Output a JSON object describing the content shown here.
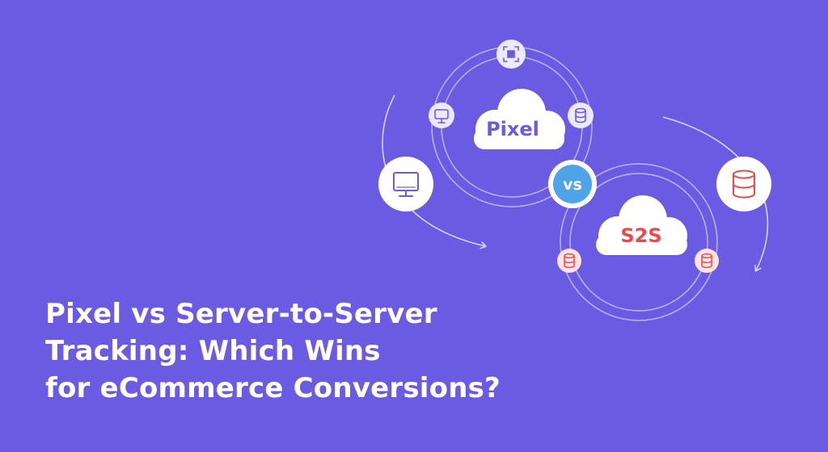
{
  "colors": {
    "background": "#6b5be3",
    "pixel_accent": "#6b5be3",
    "s2s_accent": "#ef4848",
    "vs_badge": "#4fa3e6",
    "white": "#ffffff"
  },
  "illustration": {
    "pixel_cloud_label": "Pixel",
    "s2s_cloud_label": "S2S",
    "vs_label": "vs",
    "icons": [
      "monitor-icon",
      "database-icon",
      "target-icon"
    ]
  },
  "headline": {
    "lines": [
      "Pixel vs Server-to-Server",
      "Tracking: Which Wins",
      "for eCommerce Conversions?"
    ]
  }
}
